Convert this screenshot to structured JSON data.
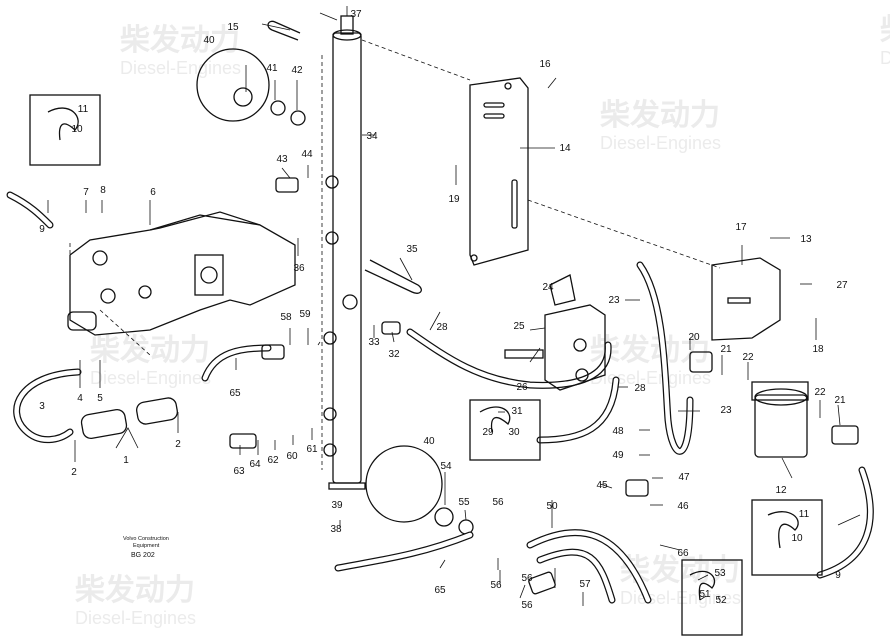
{
  "watermark": {
    "chinese": "柴发动力",
    "english": "Diesel-Engines"
  },
  "caption": {
    "line1": "Volvo Construction",
    "line2": "Equipment",
    "code": "BG 202"
  },
  "labels": [
    "1",
    "2",
    "2",
    "3",
    "4",
    "5",
    "6",
    "7",
    "8",
    "9",
    "9",
    "10",
    "10",
    "11",
    "11",
    "12",
    "13",
    "14",
    "15",
    "16",
    "17",
    "18",
    "19",
    "20",
    "21",
    "21",
    "22",
    "22",
    "23",
    "23",
    "24",
    "25",
    "26",
    "27",
    "28",
    "28",
    "29",
    "30",
    "31",
    "32",
    "33",
    "34",
    "35",
    "36",
    "37",
    "38",
    "39",
    "40",
    "40",
    "41",
    "42",
    "43",
    "44",
    "45",
    "46",
    "47",
    "48",
    "49",
    "50",
    "51",
    "52",
    "53",
    "54",
    "55",
    "56",
    "56",
    "56",
    "56",
    "57",
    "58",
    "59",
    "60",
    "61",
    "62",
    "63",
    "64",
    "65",
    "65",
    "66"
  ]
}
